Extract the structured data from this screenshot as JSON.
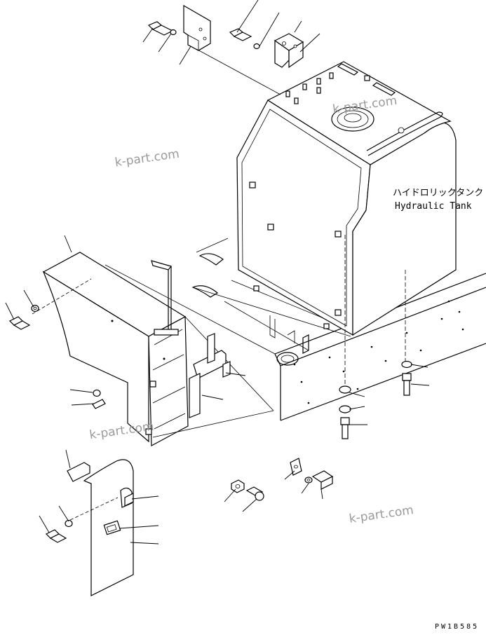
{
  "labels": {
    "tank_jp": "ハイドロリックタンク",
    "tank_en": "Hydraulic Tank",
    "drawing_ref": "PW1B585"
  },
  "watermarks": [
    "k-part.com",
    "k-part.com",
    "k-part.com",
    "k-part.com"
  ],
  "colors": {
    "line": "#000000",
    "watermark": "#9a9a9a",
    "background": "#ffffff"
  }
}
